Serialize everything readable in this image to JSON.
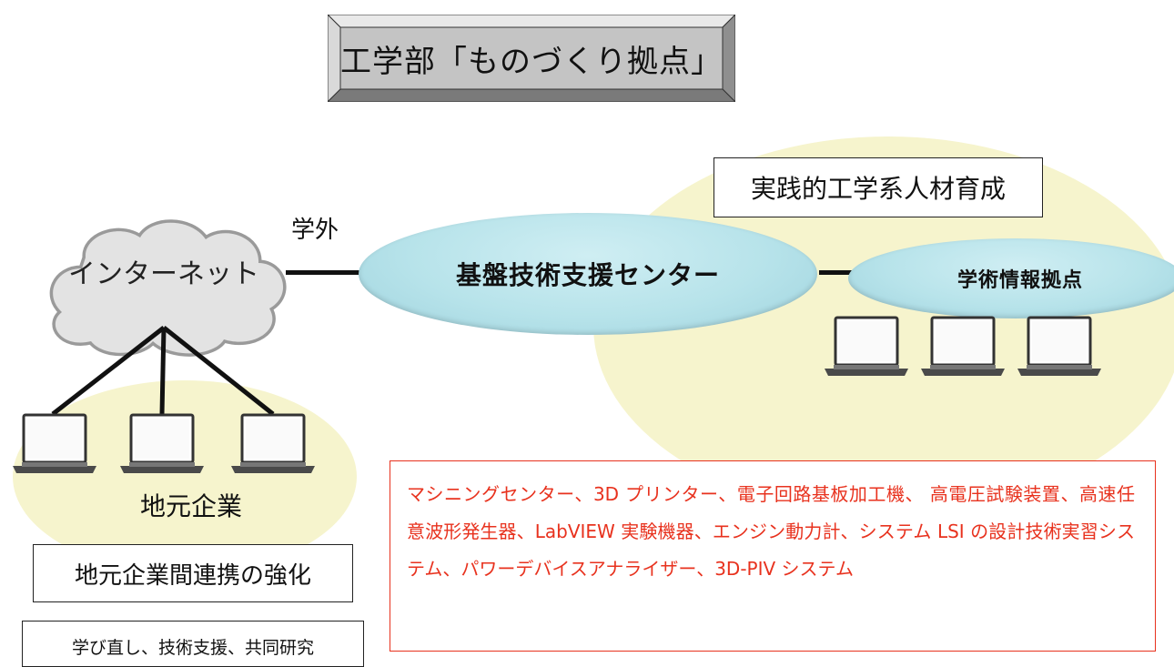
{
  "title": "工学部「ものづくり拠点」",
  "cloud_label": "インターネット",
  "external_label": "学外",
  "center_label": "基盤技術支援センター",
  "right_node_label": "学術情報拠点",
  "practical_label": "実践的工学系人材育成",
  "local_companies_label": "地元企業",
  "local_cooperation_label": "地元企業間連携の強化",
  "support_label": "学び直し、技術支援、共同研究",
  "equipment_text": "マシニングセンター、3D プリンター、電子回路基板加工機、 高電圧試験装置、高速任意波形発生器、LabVIEW 実験機器、エンジン動力計、システム LSI の設計技術実習システム、パワーデバイスアナライザー、3D-PIV システム",
  "colors": {
    "accent_red": "#e8321e",
    "blob_yellow": "#f6f4cd",
    "node_blue": "#b7e3ea",
    "title_gray": "#bfbfbf"
  },
  "icons": [
    "cloud-icon",
    "laptop-icon"
  ]
}
